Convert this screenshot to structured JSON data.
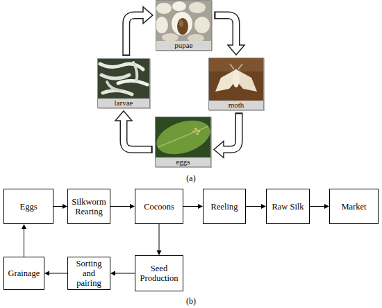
{
  "diagram": {
    "nodes": [
      {
        "text": [
          "pupae"
        ]
      },
      {
        "text": [
          "larvae"
        ]
      },
      {
        "text": [
          "moth"
        ]
      },
      {
        "text": [
          "eggs"
        ]
      },
      {
        "text": [
          "Eggs"
        ]
      },
      {
        "text": [
          "Silkworm Rearing"
        ]
      },
      {
        "text": [
          "Cocoons"
        ]
      },
      {
        "text": [
          "Reeling"
        ]
      },
      {
        "text": [
          "Raw Silk"
        ]
      },
      {
        "text": [
          "Market"
        ]
      },
      {
        "text": [
          "Grainage"
        ]
      },
      {
        "text": [
          "Sorting and pairing"
        ]
      },
      {
        "text": [
          "Seed Production"
        ]
      }
    ],
    "edges": [
      {
        "from": 1,
        "to": 0,
        "arrow": "to"
      },
      {
        "from": 0,
        "to": 2,
        "arrow": "to"
      },
      {
        "from": 2,
        "to": 3,
        "arrow": "to"
      },
      {
        "from": 3,
        "to": 1,
        "arrow": "to"
      },
      {
        "from": 4,
        "to": 5,
        "arrow": "to"
      },
      {
        "from": 5,
        "to": 6,
        "arrow": "to"
      },
      {
        "from": 6,
        "to": 7,
        "arrow": "to"
      },
      {
        "from": 7,
        "to": 8,
        "arrow": "to"
      },
      {
        "from": 8,
        "to": 9,
        "arrow": "to"
      },
      {
        "from": 6,
        "to": 12,
        "arrow": "to"
      },
      {
        "from": 12,
        "to": 11,
        "arrow": "to"
      },
      {
        "from": 11,
        "to": 10,
        "arrow": "to"
      },
      {
        "from": 10,
        "to": 4,
        "arrow": "to"
      }
    ],
    "labels": [
      "(a)",
      "(b)"
    ]
  }
}
